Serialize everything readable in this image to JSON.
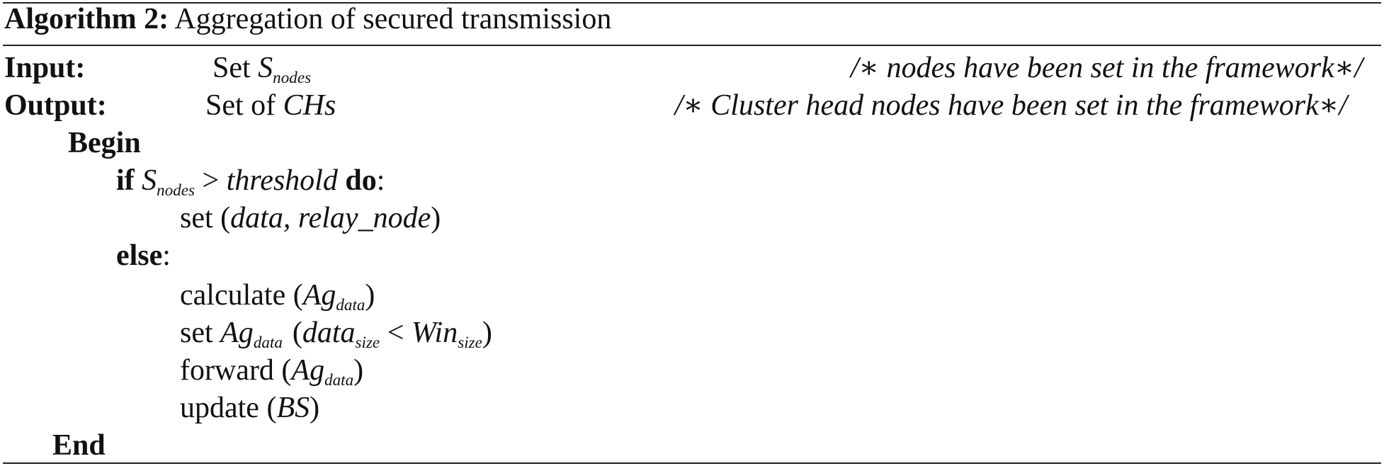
{
  "algorithm": {
    "label": "Algorithm 2:",
    "title": "Aggregation of secured transmission"
  },
  "input": {
    "label": "Input:",
    "value_prefix": "Set",
    "set_symbol": "S",
    "set_sub": "nodes",
    "comment": "/∗ nodes have been set in the framework∗/"
  },
  "output": {
    "label": "Output:",
    "value_prefix": "Set of",
    "value_italic": "CHs",
    "comment": "/∗ Cluster head nodes have been set in the framework∗/"
  },
  "body": {
    "begin": "Begin",
    "if_kw": "if",
    "if_sym": "S",
    "if_sub": "nodes",
    "if_op": " > ",
    "if_threshold": "threshold",
    "do_kw": "do",
    "colon": ":",
    "set_call": "set (",
    "set_args": "data, relay_node",
    "close_paren": ")",
    "else_kw": "else",
    "calc_call": "calculate (",
    "ag": "Ag",
    "ag_sub": "data",
    "set2_call": "set ",
    "open_paren": "(",
    "data_word": "data",
    "size_sub": "size",
    "lt": " < ",
    "win_word": "Win",
    "forward_call": "forward (",
    "update_call": "update (",
    "bs": "BS",
    "end": "End"
  }
}
